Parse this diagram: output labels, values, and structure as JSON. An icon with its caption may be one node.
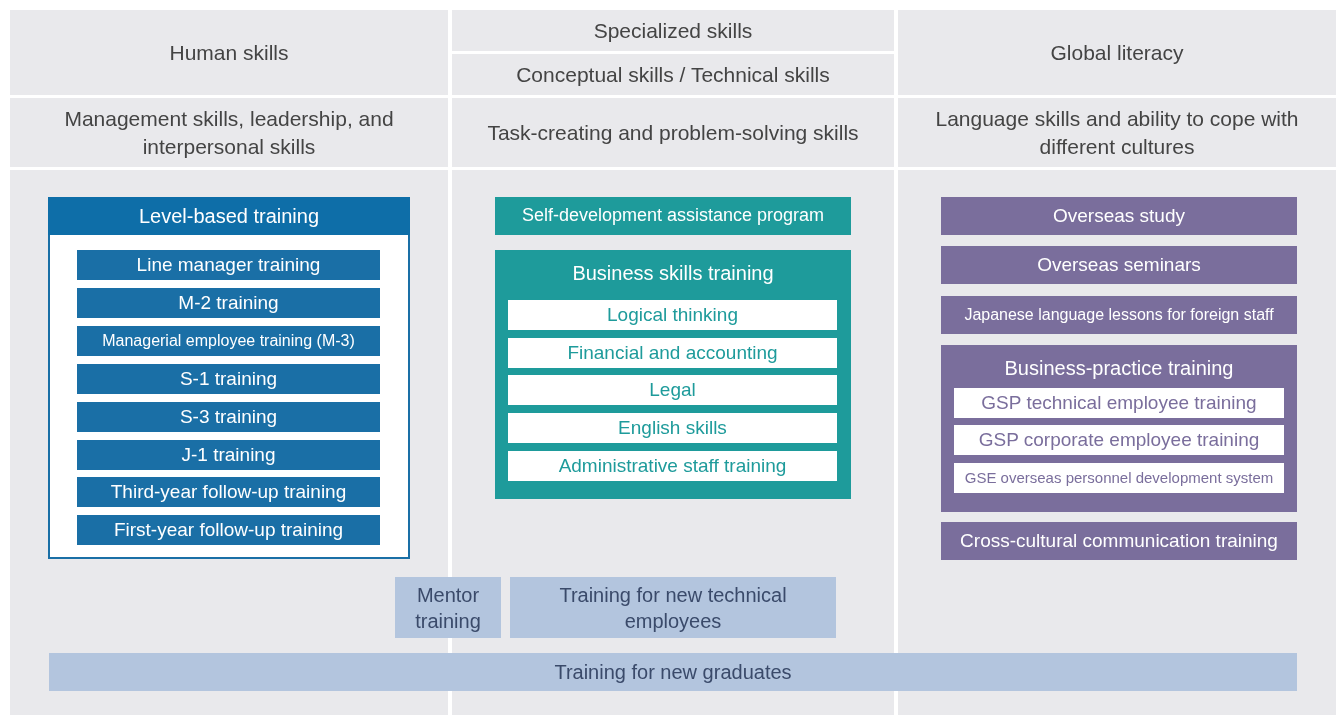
{
  "diagram": {
    "nodes": [
      {
        "text": [
          "Human skills"
        ]
      },
      {
        "text": [
          "Specialized skills"
        ]
      },
      {
        "text": [
          "Conceptual skills / Technical skills"
        ]
      },
      {
        "text": [
          "Global literacy"
        ]
      },
      {
        "text": [
          "Management skills, leadership, and interpersonal skills"
        ]
      },
      {
        "text": [
          "Task-creating and problem-solving skills"
        ]
      },
      {
        "text": [
          "Language skills and ability to cope with different cultures"
        ]
      },
      {
        "text": [
          "Level-based training"
        ]
      },
      {
        "text": [
          "Line manager training"
        ],
        "in": 7
      },
      {
        "text": [
          "M-2 training"
        ],
        "in": 7
      },
      {
        "text": [
          "Managerial employee training (M-3)"
        ],
        "in": 7
      },
      {
        "text": [
          "S-1 training"
        ],
        "in": 7
      },
      {
        "text": [
          "S-3 training"
        ],
        "in": 7
      },
      {
        "text": [
          "J-1 training"
        ],
        "in": 7
      },
      {
        "text": [
          "Third-year follow-up training"
        ],
        "in": 7
      },
      {
        "text": [
          "First-year follow-up training"
        ],
        "in": 7
      },
      {
        "text": [
          "Self-development assistance program"
        ]
      },
      {
        "text": [
          "Business skills training"
        ]
      },
      {
        "text": [
          "Logical thinking"
        ],
        "in": 17
      },
      {
        "text": [
          "Financial and accounting"
        ],
        "in": 17
      },
      {
        "text": [
          "Legal"
        ],
        "in": 17
      },
      {
        "text": [
          "English skills"
        ],
        "in": 17
      },
      {
        "text": [
          "Administrative staff training"
        ],
        "in": 17
      },
      {
        "text": [
          "Overseas study"
        ]
      },
      {
        "text": [
          "Overseas seminars"
        ]
      },
      {
        "text": [
          "Japanese language lessons for foreign staff"
        ]
      },
      {
        "text": [
          "Business-practice training"
        ]
      },
      {
        "text": [
          "GSP technical employee training"
        ],
        "in": 26
      },
      {
        "text": [
          "GSP corporate employee training"
        ],
        "in": 26
      },
      {
        "text": [
          "GSE overseas personnel  development system"
        ],
        "in": 26
      },
      {
        "text": [
          "Cross-cultural communication training"
        ]
      },
      {
        "text": [
          "Mentor training"
        ]
      },
      {
        "text": [
          "Training for new technical employees"
        ]
      },
      {
        "text": [
          "Training for new graduates"
        ]
      }
    ]
  }
}
